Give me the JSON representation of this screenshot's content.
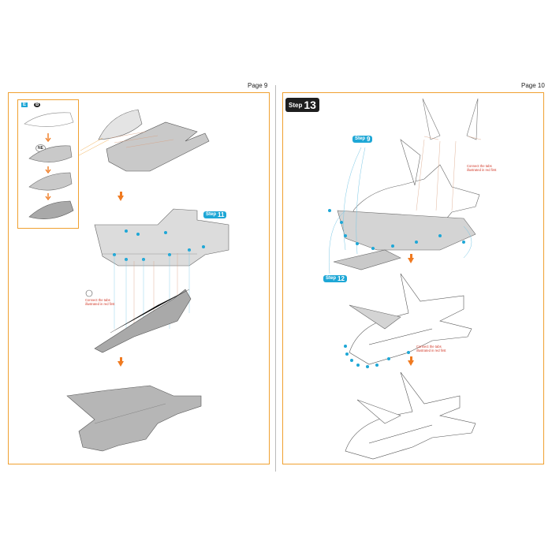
{
  "pages": {
    "left": {
      "label": "Page 9"
    },
    "right": {
      "label": "Page 10"
    }
  },
  "steps": {
    "step13": {
      "word": "Step",
      "number": "13"
    },
    "ref11": {
      "word": "Step",
      "number": "11"
    },
    "ref9": {
      "word": "Step",
      "number": "9"
    },
    "ref12": {
      "word": "Step",
      "number": "12"
    }
  },
  "inset": {
    "part_a": "E",
    "part_b": "B",
    "flag": "NE"
  },
  "notes": {
    "connect": "Connect the tabs illustrated in red first"
  },
  "colors": {
    "frame": "#f0a030",
    "accent_blue": "#1ea7d6",
    "arrow": "#f07a20",
    "note_red": "#d23a2a",
    "part_fill": "#c9c9c9"
  }
}
